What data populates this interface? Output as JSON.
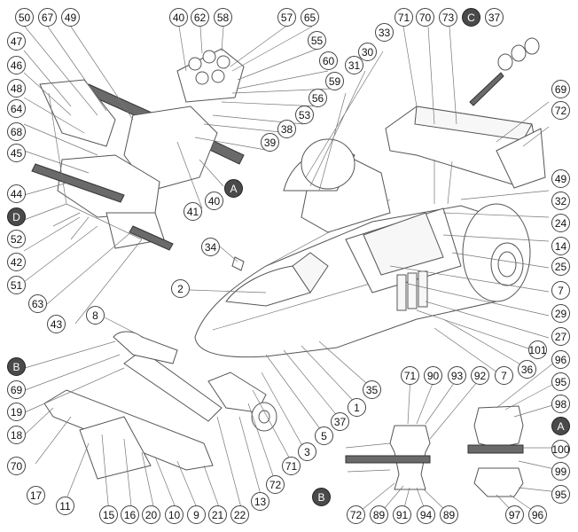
{
  "callouts": [
    {
      "label": "50",
      "interactable": false
    },
    {
      "label": "67",
      "interactable": false
    },
    {
      "label": "49",
      "interactable": false
    },
    {
      "label": "40",
      "interactable": false
    },
    {
      "label": "62",
      "interactable": false
    },
    {
      "label": "58",
      "interactable": false
    },
    {
      "label": "57",
      "interactable": false
    },
    {
      "label": "65",
      "interactable": false
    },
    {
      "label": "55",
      "interactable": false
    },
    {
      "label": "60",
      "interactable": false
    },
    {
      "label": "59",
      "interactable": false
    },
    {
      "label": "56",
      "interactable": false
    },
    {
      "label": "53",
      "interactable": false
    },
    {
      "label": "38",
      "interactable": false
    },
    {
      "label": "39",
      "interactable": false
    },
    {
      "label": "47",
      "interactable": false
    },
    {
      "label": "46",
      "interactable": false
    },
    {
      "label": "48",
      "interactable": false
    },
    {
      "label": "64",
      "interactable": false
    },
    {
      "label": "68",
      "interactable": false
    },
    {
      "label": "45",
      "interactable": false
    },
    {
      "label": "44",
      "interactable": false
    },
    {
      "label": "D",
      "interactable": false,
      "letter": true
    },
    {
      "label": "52",
      "interactable": false
    },
    {
      "label": "42",
      "interactable": false
    },
    {
      "label": "51",
      "interactable": false
    },
    {
      "label": "63",
      "interactable": false
    },
    {
      "label": "43",
      "interactable": false
    },
    {
      "label": "41",
      "interactable": false
    },
    {
      "label": "40",
      "interactable": false
    },
    {
      "label": "A",
      "interactable": false,
      "letter": true
    },
    {
      "label": "33",
      "interactable": false
    },
    {
      "label": "30",
      "interactable": false
    },
    {
      "label": "31",
      "interactable": false
    },
    {
      "label": "71",
      "interactable": false
    },
    {
      "label": "70",
      "interactable": false
    },
    {
      "label": "73",
      "interactable": false
    },
    {
      "label": "C",
      "interactable": false,
      "letter": true
    },
    {
      "label": "37",
      "interactable": false
    },
    {
      "label": "69",
      "interactable": false
    },
    {
      "label": "72",
      "interactable": false
    },
    {
      "label": "49",
      "interactable": false
    },
    {
      "label": "32",
      "interactable": false
    },
    {
      "label": "24",
      "interactable": false
    },
    {
      "label": "14",
      "interactable": false
    },
    {
      "label": "25",
      "interactable": false
    },
    {
      "label": "7",
      "interactable": false
    },
    {
      "label": "29",
      "interactable": false
    },
    {
      "label": "27",
      "interactable": false
    },
    {
      "label": "101",
      "interactable": false
    },
    {
      "label": "34",
      "interactable": false
    },
    {
      "label": "2",
      "interactable": false
    },
    {
      "label": "8",
      "interactable": false
    },
    {
      "label": "B",
      "interactable": false,
      "letter": true
    },
    {
      "label": "69",
      "interactable": false
    },
    {
      "label": "19",
      "interactable": false
    },
    {
      "label": "18",
      "interactable": false
    },
    {
      "label": "70",
      "interactable": false
    },
    {
      "label": "17",
      "interactable": false
    },
    {
      "label": "11",
      "interactable": false
    },
    {
      "label": "15",
      "interactable": false
    },
    {
      "label": "16",
      "interactable": false
    },
    {
      "label": "20",
      "interactable": false
    },
    {
      "label": "10",
      "interactable": false
    },
    {
      "label": "9",
      "interactable": false
    },
    {
      "label": "21",
      "interactable": false
    },
    {
      "label": "22",
      "interactable": false
    },
    {
      "label": "13",
      "interactable": false
    },
    {
      "label": "72",
      "interactable": false
    },
    {
      "label": "71",
      "interactable": false
    },
    {
      "label": "3",
      "interactable": false
    },
    {
      "label": "5",
      "interactable": false
    },
    {
      "label": "37",
      "interactable": false
    },
    {
      "label": "1",
      "interactable": false
    },
    {
      "label": "35",
      "interactable": false
    },
    {
      "label": "71",
      "interactable": false
    },
    {
      "label": "90",
      "interactable": false
    },
    {
      "label": "93",
      "interactable": false
    },
    {
      "label": "92",
      "interactable": false
    },
    {
      "label": "7",
      "interactable": false
    },
    {
      "label": "36",
      "interactable": false
    },
    {
      "label": "96",
      "interactable": false
    },
    {
      "label": "95",
      "interactable": false
    },
    {
      "label": "98",
      "interactable": false
    },
    {
      "label": "A",
      "interactable": false,
      "letter": true
    },
    {
      "label": "100",
      "interactable": false
    },
    {
      "label": "99",
      "interactable": false
    },
    {
      "label": "95",
      "interactable": false
    },
    {
      "label": "B",
      "interactable": false,
      "letter": true
    },
    {
      "label": "72",
      "interactable": false
    },
    {
      "label": "89",
      "interactable": false
    },
    {
      "label": "91",
      "interactable": false
    },
    {
      "label": "94",
      "interactable": false
    },
    {
      "label": "89",
      "interactable": false
    },
    {
      "label": "97",
      "interactable": false
    },
    {
      "label": "96",
      "interactable": false
    }
  ]
}
